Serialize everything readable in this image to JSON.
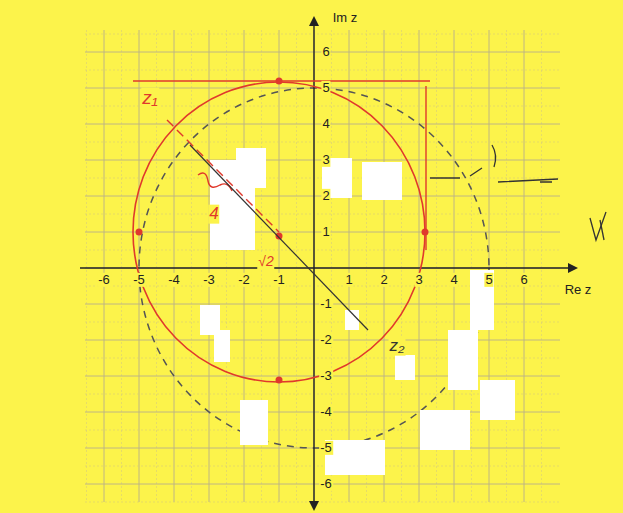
{
  "diagram": {
    "labels": [
      "Im z",
      "6",
      "5",
      "4",
      "3",
      "2",
      "1",
      "-1",
      "-2",
      "-3",
      "-4",
      "-5",
      "-6",
      "-6",
      "-5",
      "-4",
      "-3",
      "-2",
      "-1",
      "1",
      "2",
      "3",
      "4",
      "5",
      "6",
      "Re z",
      "z₁",
      "4",
      "√2",
      "z₂"
    ]
  }
}
